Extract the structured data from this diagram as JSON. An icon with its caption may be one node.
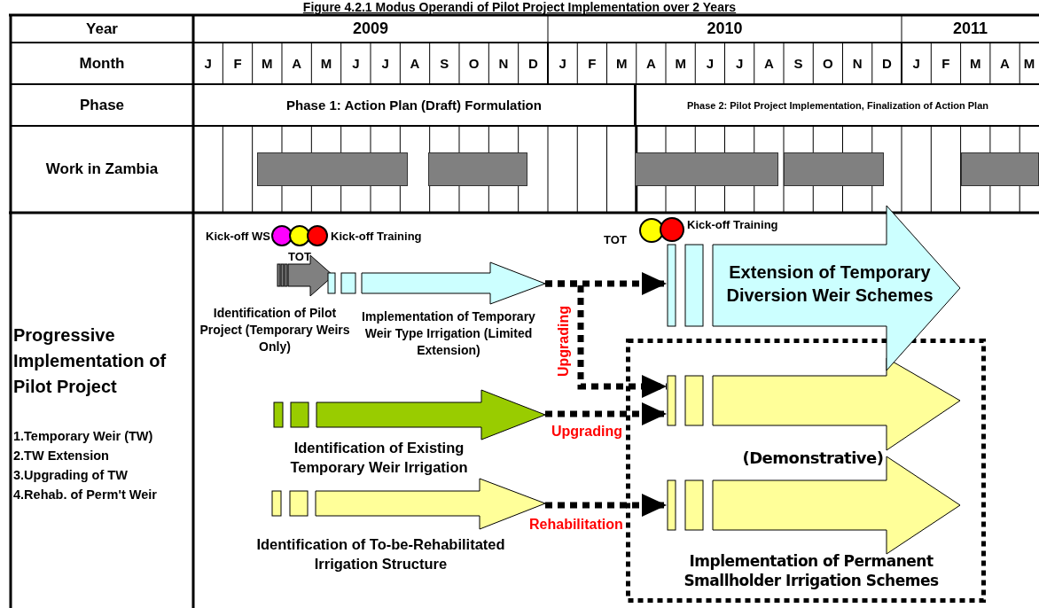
{
  "diagram": {
    "title": "Figure 4.2.1 Modus Operandi of Pilot Project Implementation over 2 Years",
    "nodes": [
      {
        "text": [],
        "shape": "bar"
      },
      {
        "text": [],
        "shape": "bar"
      },
      {
        "text": [],
        "shape": "bar"
      },
      {
        "text": [],
        "shape": "bar"
      },
      {
        "text": [],
        "shape": "bar"
      },
      {
        "text": [],
        "shape": "circle",
        "beside": [
          "Kick-off WS"
        ]
      },
      {
        "text": [],
        "shape": "circle",
        "beside": [
          "TOT"
        ]
      },
      {
        "text": [],
        "shape": "circle",
        "beside": [
          "Kick-off Training"
        ]
      },
      {
        "text": [],
        "shape": "circle",
        "beside": [
          "TOT"
        ]
      },
      {
        "text": [],
        "shape": "circle",
        "beside": [
          "Kick-off Training"
        ]
      },
      {
        "text": [],
        "shape": "arrow",
        "beside": [
          "Identification of Pilot Project (Temporary Weirs Only)"
        ]
      },
      {
        "text": [],
        "shape": "arrow",
        "beside": [
          "Implementation of Temporary Weir Type Irrigation (Limited Extension)"
        ]
      },
      {
        "text": [],
        "shape": "arrow",
        "beside": [
          "Identification of Existing Temporary Weir Irrigation"
        ]
      },
      {
        "text": [],
        "shape": "arrow",
        "beside": [
          "Identification of To-be-Rehabilitated Irrigation Structure"
        ]
      },
      {
        "text": [
          "(Demonstrative)",
          "Implementation of Permanent Smallholder Irrigation Schemes"
        ]
      },
      {
        "text": [
          "Extension of Temporary Diversion Weir Schemes"
        ]
      },
      {
        "text": [],
        "shape": "arrow",
        "in": 14
      },
      {
        "text": [],
        "shape": "arrow",
        "in": 14
      }
    ],
    "edges": [
      {
        "from": 11,
        "to": 15,
        "arrow": "to",
        "style": "dashed"
      },
      {
        "from": 11,
        "to": 16,
        "arrow": "to",
        "style": "dashed",
        "label": "Upgrading"
      },
      {
        "from": 12,
        "to": 16,
        "arrow": "to",
        "style": "dashed",
        "label": "Upgrading"
      },
      {
        "from": 13,
        "to": 17,
        "arrow": "to",
        "style": "dashed",
        "label": "Rehabilitation"
      }
    ],
    "labels": [
      "Year",
      "2009",
      "2010",
      "2011",
      "Month",
      "J",
      "F",
      "M",
      "A",
      "M",
      "J",
      "J",
      "A",
      "S",
      "O",
      "N",
      "D",
      "J",
      "F",
      "M",
      "A",
      "M",
      "J",
      "J",
      "A",
      "S",
      "O",
      "N",
      "D",
      "J",
      "F",
      "M",
      "A",
      "M",
      "Phase",
      "Phase 1: Action Plan (Draft) Formulation",
      "Phase 2: Pilot Project Implementation, Finalization of Action Plan",
      "Work in Zambia",
      "Progressive Implementation of Pilot Project",
      "1.Temporary Weir (TW)",
      "2.TW Extension",
      "3.Upgrading of TW",
      "4.Rehab. of Perm't Weir"
    ]
  }
}
